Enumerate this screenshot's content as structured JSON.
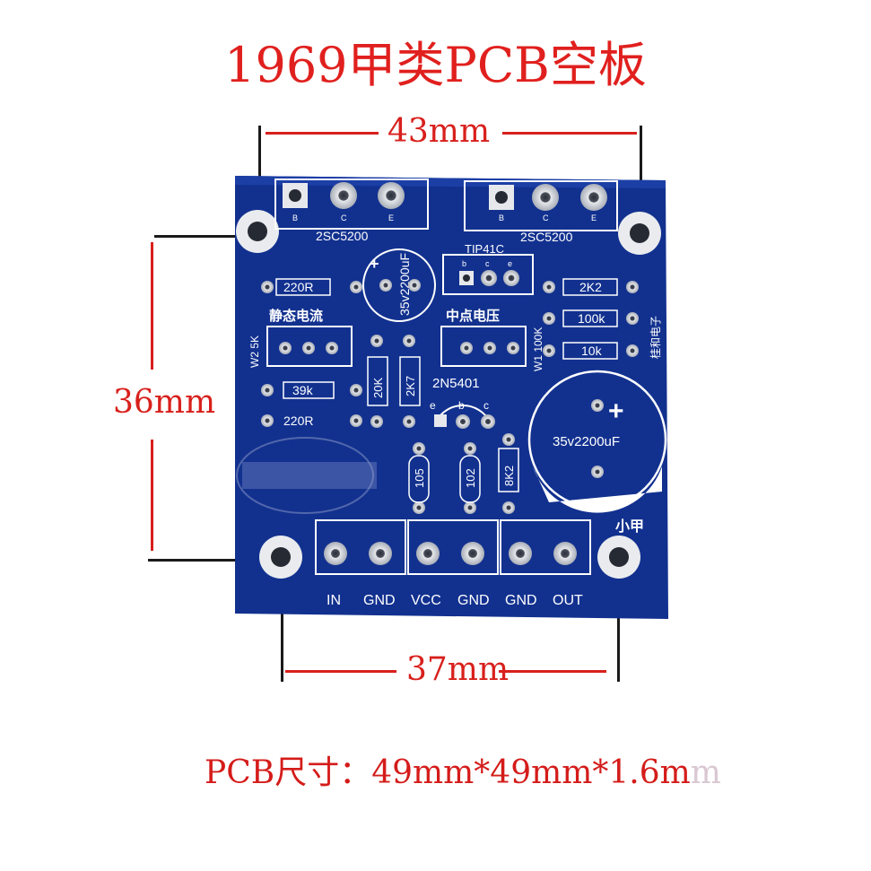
{
  "title": "1969甲类PCB空板",
  "dimensions": {
    "top_width": "43mm",
    "left_height": "36mm",
    "bottom_width": "37mm"
  },
  "footer": {
    "text": "PCB尺寸：49mm*49mm*1.6m",
    "watermark": "m"
  },
  "pcb": {
    "colors": {
      "board": "#12318f",
      "silk": "#ffffff",
      "copper": "#c9ccd3"
    },
    "transistor_left": {
      "pins": [
        "B",
        "C",
        "E"
      ],
      "label": "2SC5200"
    },
    "transistor_right": {
      "pins": [
        "B",
        "C",
        "E"
      ],
      "label": "2SC5200"
    },
    "driver": {
      "label": "TIP41C",
      "pins": [
        "b",
        "c",
        "e"
      ]
    },
    "small_transistor": {
      "label": "2N5401",
      "pins": [
        "e",
        "b",
        "c"
      ]
    },
    "cap_small": "35v2200uF",
    "cap_big": "35v2200uF",
    "cap_big_sign": "+",
    "cap_small_sign": "+",
    "resistors": {
      "r220_top": "220R",
      "r39k": "39k",
      "r220_mid": "220R",
      "r20k": "20K",
      "r2k7": "2K7",
      "r2k2": "2K2",
      "r100k": "100k",
      "r10k": "10k",
      "r8k2": "8K2"
    },
    "caps_ceramic": {
      "c105": "105",
      "c102": "102"
    },
    "labels": {
      "static_current": "静态电流",
      "mid_voltage": "中点电压",
      "w2": "W2 5K",
      "w1": "W1 100K",
      "brand_vertical": "桂和电子",
      "small_a": "小甲"
    },
    "terminals": [
      "IN",
      "GND",
      "VCC",
      "GND",
      "GND",
      "OUT"
    ]
  }
}
